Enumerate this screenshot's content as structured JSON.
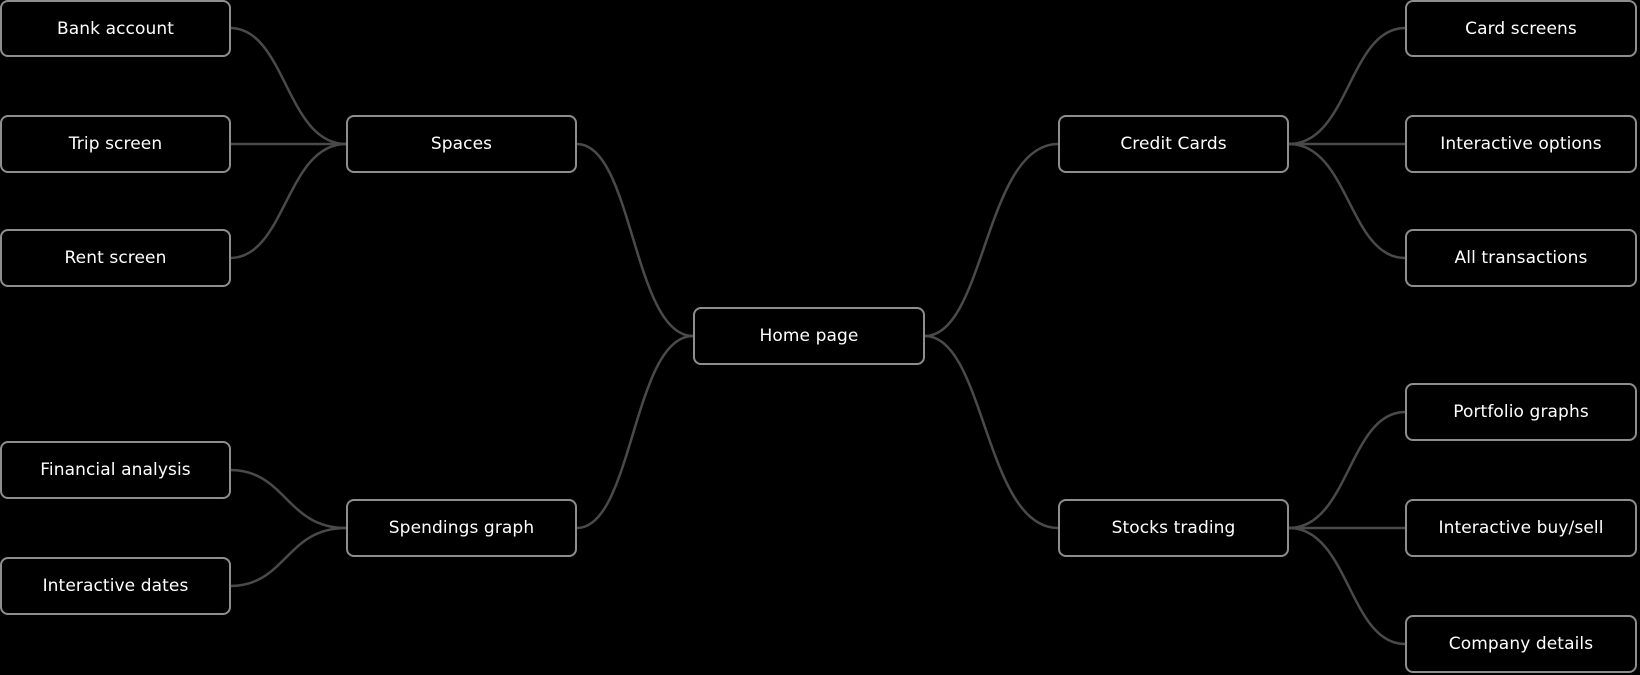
{
  "diagram": {
    "root": {
      "id": "home",
      "label": "Home page"
    },
    "branches": [
      {
        "id": "spaces",
        "label": "Spaces",
        "children": [
          {
            "id": "bank-account",
            "label": "Bank account"
          },
          {
            "id": "trip-screen",
            "label": "Trip screen"
          },
          {
            "id": "rent-screen",
            "label": "Rent screen"
          }
        ]
      },
      {
        "id": "spendings-graph",
        "label": "Spendings graph",
        "children": [
          {
            "id": "financial-analysis",
            "label": "Financial analysis"
          },
          {
            "id": "interactive-dates",
            "label": "Interactive dates"
          }
        ]
      },
      {
        "id": "credit-cards",
        "label": "Credit Cards",
        "children": [
          {
            "id": "card-screens",
            "label": "Card screens"
          },
          {
            "id": "interactive-options",
            "label": "Interactive options"
          },
          {
            "id": "all-transactions",
            "label": "All transactions"
          }
        ]
      },
      {
        "id": "stocks-trading",
        "label": "Stocks trading",
        "children": [
          {
            "id": "portfolio-graphs",
            "label": "Portfolio graphs"
          },
          {
            "id": "interactive-buy-sell",
            "label": "Interactive buy/sell"
          },
          {
            "id": "company-details",
            "label": "Company details"
          }
        ]
      }
    ]
  },
  "colors": {
    "background": "#000000",
    "node_border": "#8e8e8e",
    "connector": "#4a4a4a",
    "text": "#ffffff"
  }
}
